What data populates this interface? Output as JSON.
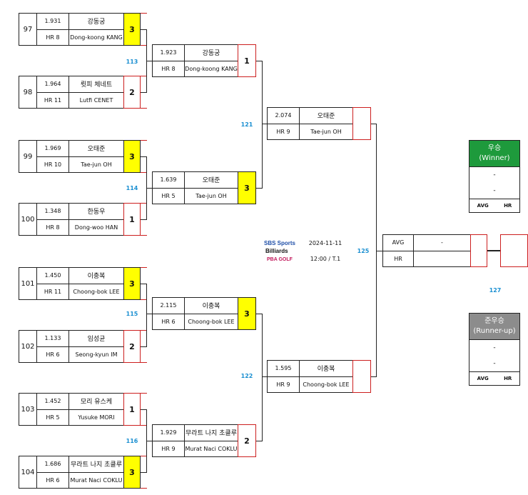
{
  "left_column": [
    {
      "seed": "97",
      "avg": "1.931",
      "hr": "HR 8",
      "name_ko": "강동궁",
      "name_en": "Dong-koong KANG",
      "score": "3",
      "winner": true
    },
    {
      "seed": "98",
      "avg": "1.964",
      "hr": "HR 11",
      "name_ko": "륏피 체네트",
      "name_en": "Lutfi CENET",
      "score": "2",
      "winner": false
    },
    {
      "seed": "99",
      "avg": "1.969",
      "hr": "HR 10",
      "name_ko": "오태준",
      "name_en": "Tae-jun OH",
      "score": "3",
      "winner": true
    },
    {
      "seed": "100",
      "avg": "1.348",
      "hr": "HR 8",
      "name_ko": "한동우",
      "name_en": "Dong-woo HAN",
      "score": "1",
      "winner": false
    },
    {
      "seed": "101",
      "avg": "1.450",
      "hr": "HR 11",
      "name_ko": "이충복",
      "name_en": "Choong-bok LEE",
      "score": "3",
      "winner": true
    },
    {
      "seed": "102",
      "avg": "1.133",
      "hr": "HR 6",
      "name_ko": "임성균",
      "name_en": "Seong-kyun IM",
      "score": "2",
      "winner": false
    },
    {
      "seed": "103",
      "avg": "1.452",
      "hr": "HR 5",
      "name_ko": "모리 유스케",
      "name_en": "Yusuke MORI",
      "score": "1",
      "winner": false
    },
    {
      "seed": "104",
      "avg": "1.686",
      "hr": "HR 6",
      "name_ko": "무라트 나지 초클루",
      "name_en": "Murat Naci COKLU",
      "score": "3",
      "winner": true
    }
  ],
  "quarterfinals": [
    {
      "match_no": "113",
      "avg": "1.923",
      "hr": "HR 8",
      "name_ko": "강동궁",
      "name_en": "Dong-koong KANG",
      "score": "1",
      "winner": false
    },
    {
      "match_no": "114",
      "avg": "1.639",
      "hr": "HR 5",
      "name_ko": "오태준",
      "name_en": "Tae-jun OH",
      "score": "3",
      "winner": true
    },
    {
      "match_no": "115",
      "avg": "2.115",
      "hr": "HR 6",
      "name_ko": "이충복",
      "name_en": "Choong-bok LEE",
      "score": "3",
      "winner": true
    },
    {
      "match_no": "116",
      "avg": "1.929",
      "hr": "HR 9",
      "name_ko": "무라트 나지 초클루",
      "name_en": "Murat Naci COKLU",
      "score": "2",
      "winner": false
    }
  ],
  "semifinals": [
    {
      "match_no": "121",
      "avg": "2.074",
      "hr": "HR 9",
      "name_ko": "오태준",
      "name_en": "Tae-jun OH",
      "score": ""
    },
    {
      "match_no": "122",
      "avg": "1.595",
      "hr": "HR 9",
      "name_ko": "이충복",
      "name_en": "Choong-bok LEE",
      "score": ""
    }
  ],
  "final": {
    "match_no": "125",
    "avg_label": "AVG",
    "hr_label": "HR",
    "avg_value": "-",
    "third_match_no": "127"
  },
  "winner_card": {
    "title_ko": "우승",
    "title_en": "(Winner)",
    "val1": "-",
    "val2": "-",
    "avg": "AVG",
    "hr": "HR",
    "color": "#1e9a3c"
  },
  "runnerup_card": {
    "title_ko": "준우승",
    "title_en": "(Runner-up)",
    "val1": "-",
    "val2": "-",
    "avg": "AVG",
    "hr": "HR",
    "color": "#8c8c8c"
  },
  "event": {
    "date": "2024-11-11",
    "time_table": "12:00 / T.1"
  },
  "logos": {
    "brand1": "SBS Sports",
    "brand2": "Billiards",
    "brand3": "PBA GOLF"
  },
  "colors": {
    "accent_blue": "#1a8fd1",
    "highlight": "#ffff00",
    "border_red": "#cc1f1f"
  }
}
